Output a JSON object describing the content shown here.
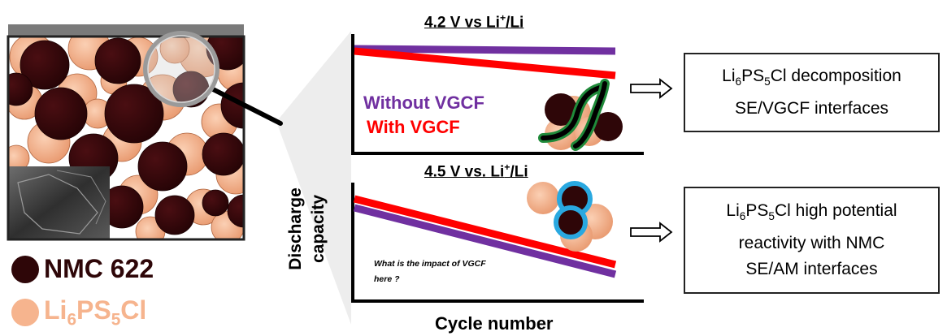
{
  "legend": {
    "nmc_label": "NMC 622",
    "se_label_parts": [
      "Li",
      "6",
      "PS",
      "5",
      "Cl"
    ],
    "nmc_color": "#2e0608",
    "se_color": "#f6b48e"
  },
  "axes": {
    "ylabel_line1": "Discharge",
    "ylabel_line2": "capacity",
    "xlabel": "Cycle number"
  },
  "panel_top": {
    "title_main": "4.2 V vs Li",
    "title_sup": "+",
    "title_end": "/Li",
    "series_without": "Without VGCF",
    "series_with": "With VGCF",
    "color_without": "#7030a0",
    "color_with": "#ff0000"
  },
  "panel_bottom": {
    "title_main": "4.5 V vs. Li",
    "title_sup": "+",
    "title_end": "/Li",
    "note": "What is the impact of VGCF here ?"
  },
  "box_top": {
    "line1_parts": [
      "Li",
      "6",
      "PS",
      "5",
      "Cl decomposition"
    ],
    "line2": "SE/VGCF interfaces"
  },
  "box_bottom": {
    "line1_parts": [
      "Li",
      "6",
      "PS",
      "5",
      "Cl high potential"
    ],
    "line2": "reactivity with NMC",
    "line3": "SE/AM interfaces"
  }
}
